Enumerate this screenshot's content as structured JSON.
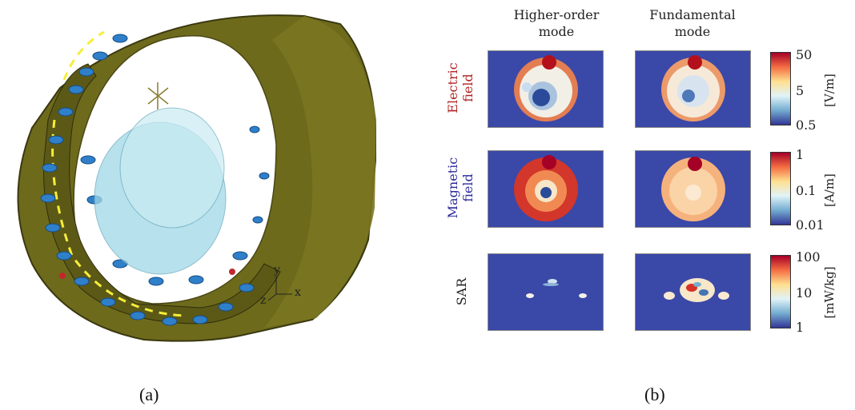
{
  "panel_a": {
    "label": "(a)",
    "axes": {
      "y": "y",
      "x": "x",
      "z": "z"
    }
  },
  "panel_b": {
    "label": "(b)",
    "columns": [
      "Higher-order\nmode",
      "Fundamental\nmode"
    ],
    "rows": [
      {
        "label": "Electric\nfield",
        "color": "#b22222",
        "ticks": [
          "50",
          "5",
          "0.5"
        ],
        "unit": "[V/m]"
      },
      {
        "label": "Magnetic\nfield",
        "color": "#2b2b9a",
        "ticks": [
          "1",
          "0.1",
          "0.01"
        ],
        "unit": "[A/m]"
      },
      {
        "label": "SAR",
        "color": "#222222",
        "ticks": [
          "100",
          "10",
          "1"
        ],
        "unit": "[mW/kg]"
      }
    ]
  },
  "colors": {
    "background_map": "#3a48a8",
    "coil": "#6e6a1c",
    "sensor": "#2f7fc9",
    "phantom": "#9fd7e6"
  }
}
